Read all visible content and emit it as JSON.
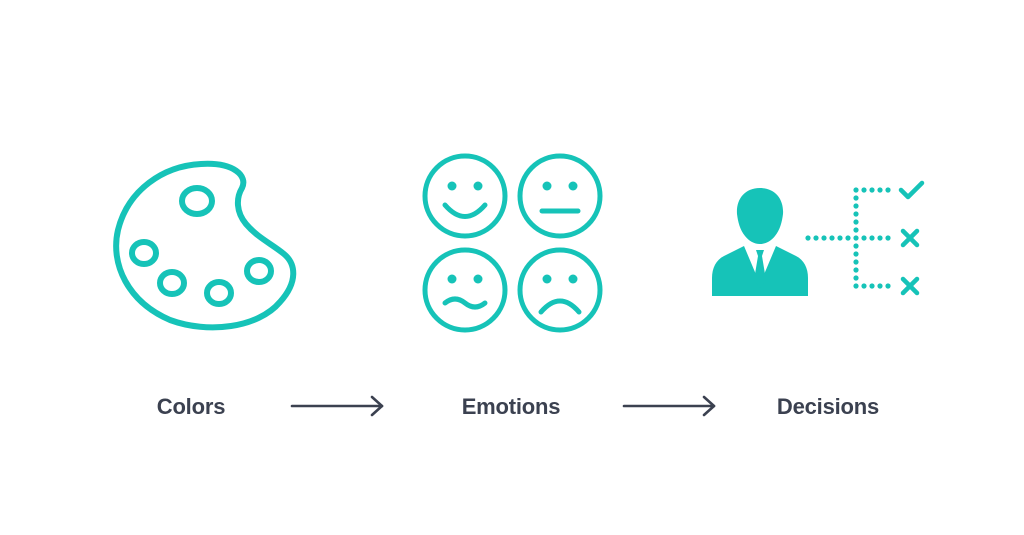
{
  "colors": {
    "accent": "#16c3b8",
    "text": "#3b4150",
    "arrow": "#3b4150",
    "background": "#ffffff"
  },
  "steps": [
    {
      "label": "Colors",
      "icon": "palette-icon"
    },
    {
      "label": "Emotions",
      "icon": "emotion-faces-icon"
    },
    {
      "label": "Decisions",
      "icon": "businessman-decision-tree-icon"
    }
  ],
  "connectors": [
    {
      "icon": "arrow-right-icon"
    },
    {
      "icon": "arrow-right-icon"
    }
  ]
}
